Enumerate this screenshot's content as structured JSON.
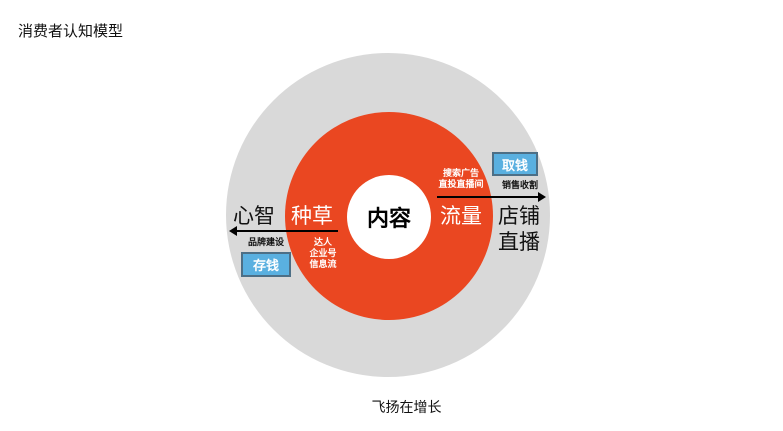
{
  "title": "消费者认知模型",
  "caption": "飞扬在增长",
  "colors": {
    "outer_ring": "#d9d9d9",
    "middle_ring": "#ea4721",
    "core": "#ffffff",
    "button_fill": "#5ab0e0",
    "button_border": "#4d6f86"
  },
  "diagram": {
    "core": {
      "label": "内容"
    },
    "left": {
      "outer_label": "心智",
      "inner_label": "种草",
      "arrow_caption": "品牌建设",
      "inner_sources": [
        "达人",
        "企业号",
        "信息流"
      ],
      "button_label": "存钱"
    },
    "right": {
      "inner_label": "流量",
      "outer_label_line1": "店铺",
      "outer_label_line2": "直播",
      "arrow_caption": "销售收割",
      "inner_sources": [
        "搜索广告",
        "直投直播间"
      ],
      "button_label": "取钱"
    }
  }
}
